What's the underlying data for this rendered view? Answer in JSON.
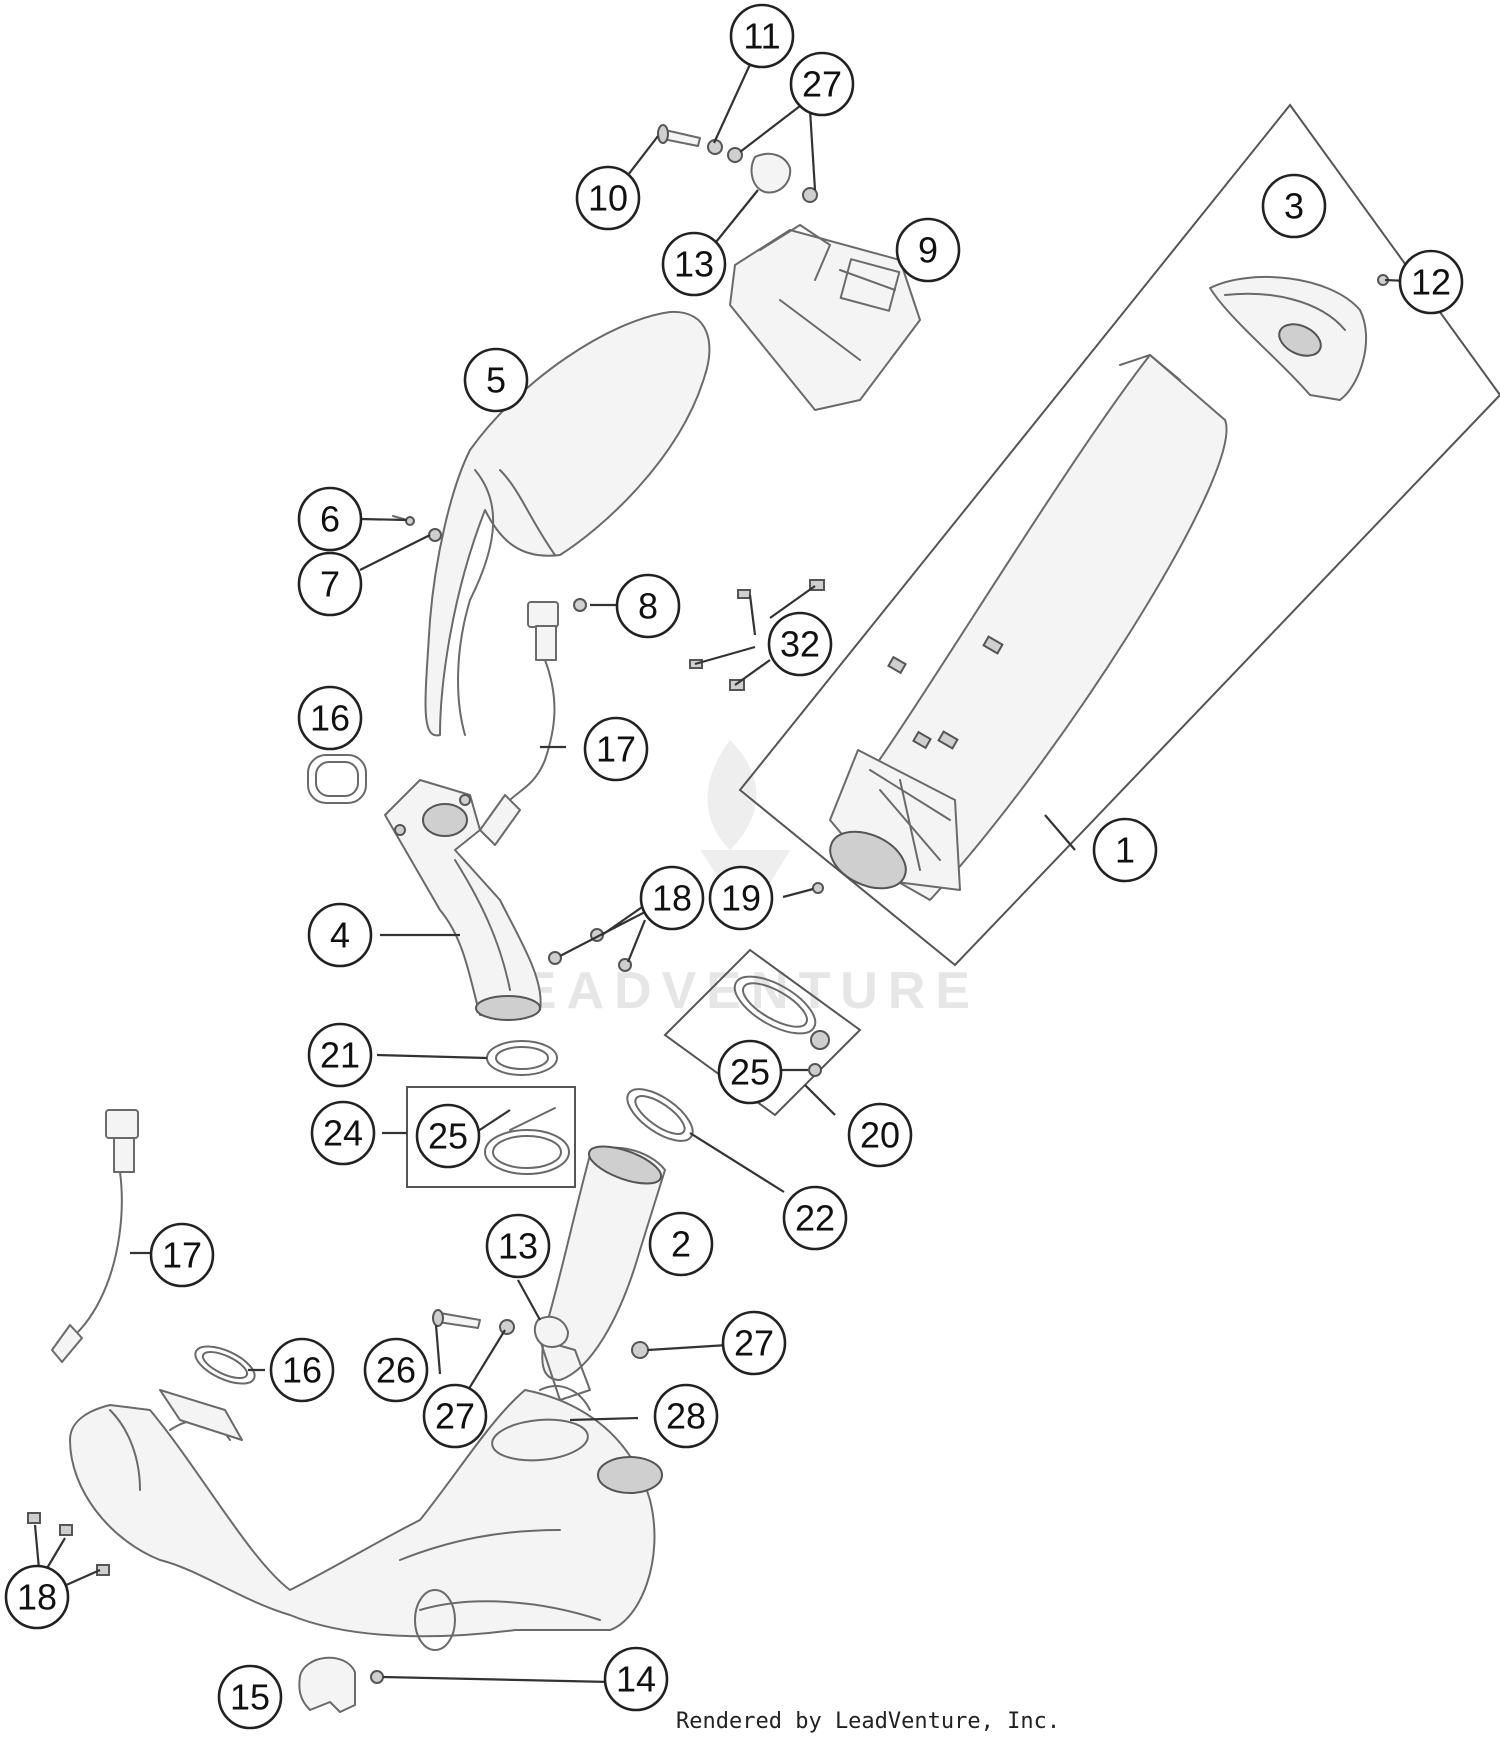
{
  "callouts": [
    {
      "id": "c11a",
      "label": "11"
    },
    {
      "id": "c27a",
      "label": "27"
    },
    {
      "id": "c10",
      "label": "10"
    },
    {
      "id": "c13a",
      "label": "13"
    },
    {
      "id": "c9",
      "label": "9"
    },
    {
      "id": "c3",
      "label": "3"
    },
    {
      "id": "c12",
      "label": "12"
    },
    {
      "id": "c5",
      "label": "5"
    },
    {
      "id": "c6",
      "label": "6"
    },
    {
      "id": "c7",
      "label": "7"
    },
    {
      "id": "c8",
      "label": "8"
    },
    {
      "id": "c32",
      "label": "32"
    },
    {
      "id": "c16a",
      "label": "16"
    },
    {
      "id": "c17a",
      "label": "17"
    },
    {
      "id": "c1",
      "label": "1"
    },
    {
      "id": "c4",
      "label": "4"
    },
    {
      "id": "c18a",
      "label": "18"
    },
    {
      "id": "c19",
      "label": "19"
    },
    {
      "id": "c21",
      "label": "21"
    },
    {
      "id": "c25a",
      "label": "25"
    },
    {
      "id": "c24",
      "label": "24"
    },
    {
      "id": "c25b",
      "label": "25"
    },
    {
      "id": "c20",
      "label": "20"
    },
    {
      "id": "c22",
      "label": "22"
    },
    {
      "id": "c2",
      "label": "2"
    },
    {
      "id": "c17b",
      "label": "17"
    },
    {
      "id": "c13b",
      "label": "13"
    },
    {
      "id": "c27b",
      "label": "27"
    },
    {
      "id": "c16b",
      "label": "16"
    },
    {
      "id": "c26",
      "label": "26"
    },
    {
      "id": "c27c",
      "label": "27"
    },
    {
      "id": "c28",
      "label": "28"
    },
    {
      "id": "c18b",
      "label": "18"
    },
    {
      "id": "c15",
      "label": "15"
    },
    {
      "id": "c14",
      "label": "14"
    }
  ],
  "watermark": "LEADVENTURE",
  "credit": "Rendered by LeadVenture, Inc."
}
